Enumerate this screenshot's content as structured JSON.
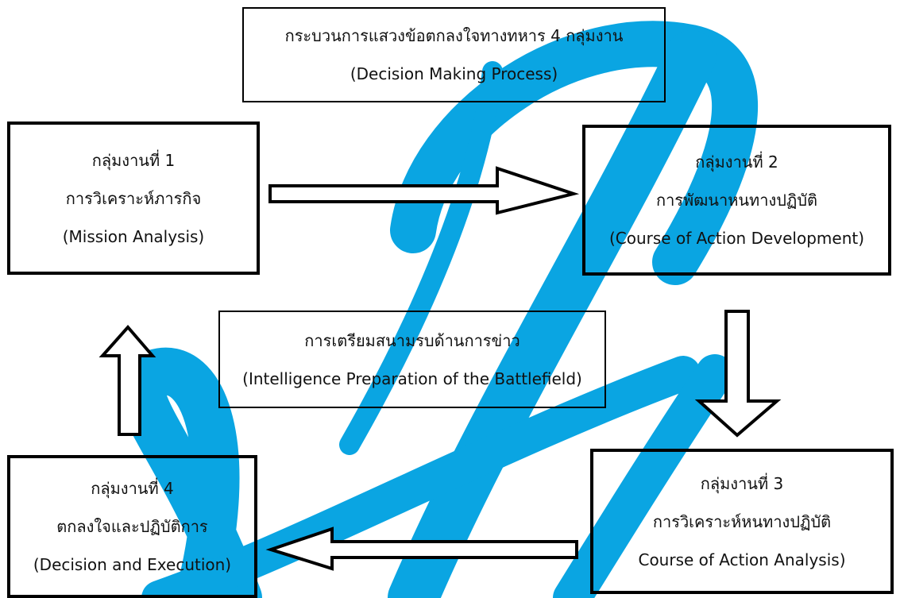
{
  "title_box": {
    "line1": "กระบวนการแสวงข้อตกลงใจทางทหาร 4 กลุ่มงาน",
    "line2": "(Decision Making Process)"
  },
  "groups": [
    {
      "heading": "กลุ่มงานที่ 1",
      "name_th": "การวิเคราะห์ภารกิจ",
      "name_en": "(Mission Analysis)"
    },
    {
      "heading": "กลุ่มงานที่ 2",
      "name_th": "การพัฒนาหนทางปฏิบัติ",
      "name_en": "(Course of Action Development)"
    },
    {
      "heading": "กลุ่มงานที่ 3",
      "name_th": "การวิเคราะห์หนทางปฏิบัติ",
      "name_en": "Course of Action Analysis)"
    },
    {
      "heading": "กลุ่มงานที่ 4",
      "name_th": "ตกลงใจและปฏิบัติการ",
      "name_en": "(Decision and Execution)"
    }
  ],
  "center_box": {
    "line1": "การเตรียมสนามรบด้านการข่าว",
    "line2": "(Intelligence Preparation of the Battlefield)"
  },
  "colors": {
    "watermark": "#0aa5e2",
    "border": "#000000",
    "text": "#111111"
  }
}
